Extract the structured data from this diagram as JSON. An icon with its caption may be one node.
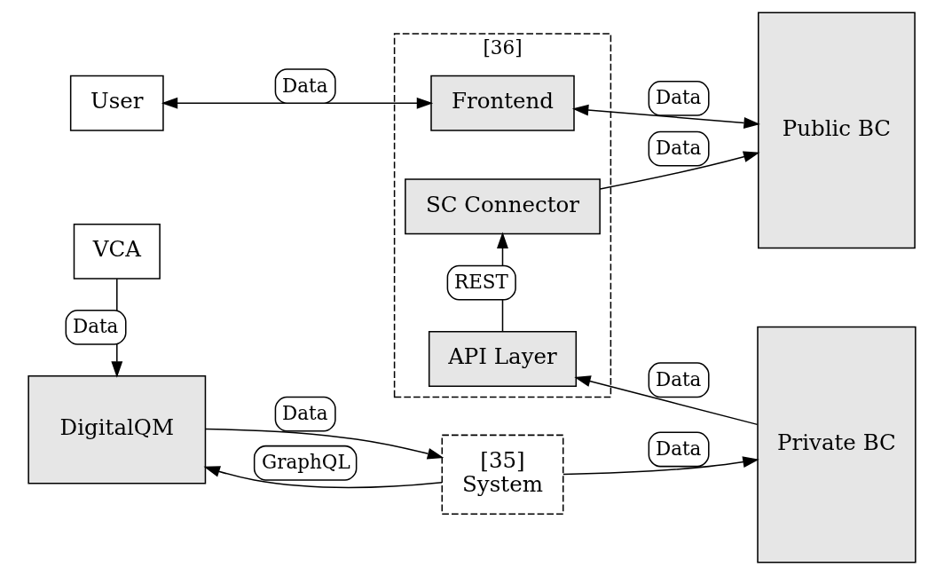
{
  "diagram": {
    "nodes": [
      {
        "text": [
          "DigitalQM"
        ]
      },
      {
        "text": [
          "[35]",
          "System"
        ]
      },
      {
        "text": [
          "Private BC"
        ]
      },
      {
        "text": [
          "VCA"
        ]
      },
      {
        "text": [
          "[36]"
        ]
      },
      {
        "text": [
          "API Layer"
        ],
        "in": 4
      },
      {
        "text": [
          "SC Connector"
        ],
        "in": 4
      },
      {
        "text": [
          "Frontend"
        ],
        "in": 4
      },
      {
        "text": [
          "Public BC"
        ]
      },
      {
        "text": [
          "User"
        ]
      }
    ],
    "edges": [
      {
        "from": 1,
        "to": 0,
        "arrow": "to",
        "label": "GraphQL"
      },
      {
        "from": 0,
        "to": 1,
        "arrow": "to",
        "label": "Data"
      },
      {
        "from": 1,
        "to": 2,
        "arrow": "to",
        "label": "Data"
      },
      {
        "from": 3,
        "to": 0,
        "arrow": "to",
        "label": "Data"
      },
      {
        "from": 2,
        "to": 5,
        "arrow": "to",
        "label": "Data"
      },
      {
        "from": 5,
        "to": 6,
        "arrow": "to",
        "label": "REST"
      },
      {
        "from": 6,
        "to": 8,
        "arrow": "to",
        "label": "Data"
      },
      {
        "from": 9,
        "to": 7,
        "arrow": "both",
        "label": "Data"
      },
      {
        "from": 7,
        "to": 8,
        "arrow": "both",
        "label": "Data"
      }
    ]
  }
}
